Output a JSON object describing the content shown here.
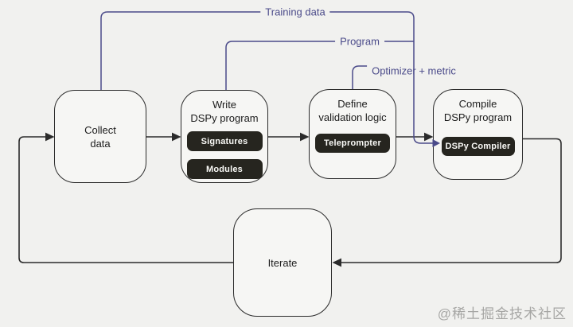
{
  "diagram": {
    "type": "flowchart",
    "nodes": {
      "collect": {
        "line1": "Collect",
        "line2": "data"
      },
      "write": {
        "line1": "Write",
        "line2": "DSPy program",
        "chips": [
          "Signatures",
          "Modules"
        ]
      },
      "define": {
        "line1": "Define",
        "line2": "validation logic",
        "chips": [
          "Teleprompter"
        ]
      },
      "compile": {
        "line1": "Compile",
        "line2": "DSPy program",
        "chips": [
          "DSPy Compiler"
        ]
      },
      "iterate": {
        "line1": "Iterate"
      }
    },
    "edge_labels": {
      "training": "Training data",
      "program": "Program",
      "optimizer": "Optimizer + metric"
    },
    "flow": [
      "Iterate -> Collect data",
      "Collect data -> Write DSPy program",
      "Write DSPy program -> Define validation logic",
      "Define validation logic -> Compile DSPy program",
      "Compile DSPy program -> Iterate",
      "Collect data -(Training data)-> Compile DSPy program",
      "Write DSPy program -(Program)-> Compile DSPy program",
      "Define validation logic -(Optimizer + metric)-> Compile DSPy program"
    ],
    "colors": {
      "background": "#f1f1ef",
      "node_fill": "#f6f6f4",
      "node_border": "#2b2b2b",
      "connector_black": "#2b2b2b",
      "connector_accent": "#4b4b8a",
      "chip_background": "#26251f",
      "chip_text": "#fafaf7",
      "watermark_text": "#a6a6a4"
    }
  },
  "watermark": "@稀土掘金技术社区"
}
